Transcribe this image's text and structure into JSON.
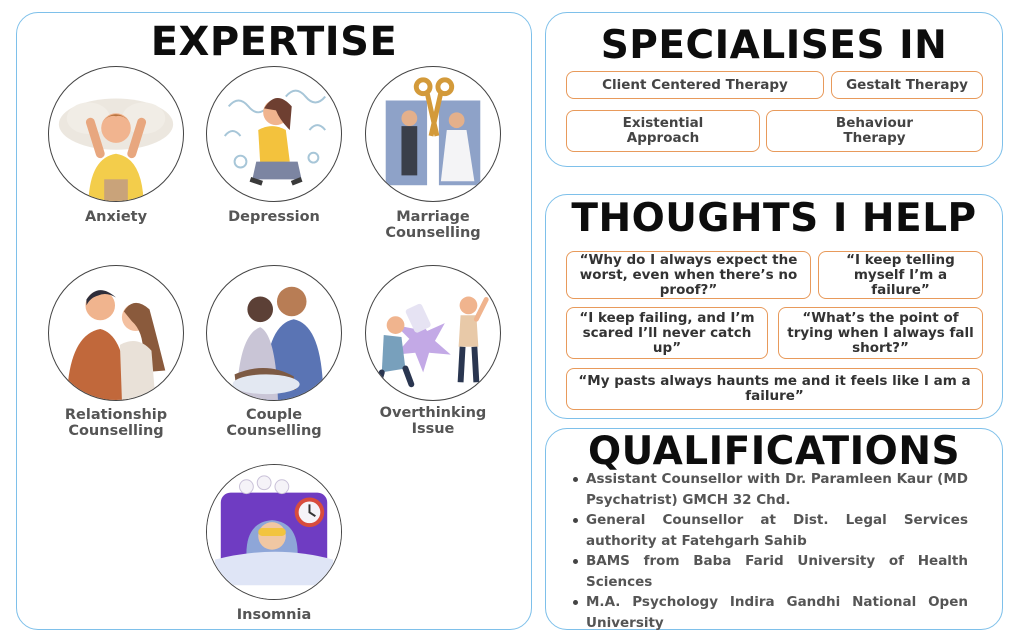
{
  "expertise": {
    "title": "EXPERTISE",
    "items": [
      {
        "label": "Anxiety",
        "icon": "anxiety-illustration-icon"
      },
      {
        "label": "Depression",
        "icon": "depression-illustration-icon"
      },
      {
        "label": "Marriage\nCounselling",
        "icon": "marriage-counselling-illustration-icon"
      },
      {
        "label": "Relationship\nCounselling",
        "icon": "relationship-counselling-illustration-icon"
      },
      {
        "label": "Couple\nCounselling",
        "icon": "couple-counselling-illustration-icon"
      },
      {
        "label": "Overthinking\nIssue",
        "icon": "overthinking-illustration-icon"
      },
      {
        "label": "Insomnia",
        "icon": "insomnia-illustration-icon"
      }
    ]
  },
  "specialises": {
    "title": "SPECIALISES IN",
    "items": [
      "Client Centered Therapy",
      "Gestalt Therapy",
      "Existential\nApproach",
      "Behaviour\nTherapy"
    ]
  },
  "thoughts": {
    "title": "THOUGHTS I HELP",
    "items": [
      "“Why do I always expect the worst, even when there’s no proof?”",
      "“I keep telling myself I’m a failure”",
      "“I keep failing, and I’m scared I’ll never catch up”",
      "“What’s the point of trying when I always fall short?”",
      "“My pasts always haunts me and it feels like I am a failure”"
    ]
  },
  "qualifications": {
    "title": "QUALIFICATIONS",
    "items": [
      "Assistant Counsellor with Dr. Paramleen Kaur (MD Psychatrist) GMCH 32 Chd.",
      "General Counsellor at Dist. Legal Services authority at Fatehgarh Sahib",
      "BAMS from Baba Farid University of Health Sciences",
      "M.A. Psychology Indira Gandhi National Open University"
    ]
  },
  "colors": {
    "panel_border": "#7ec0ea",
    "pill_border": "#e89a5b",
    "heading": "#0d0d0d",
    "caption": "#555555"
  }
}
